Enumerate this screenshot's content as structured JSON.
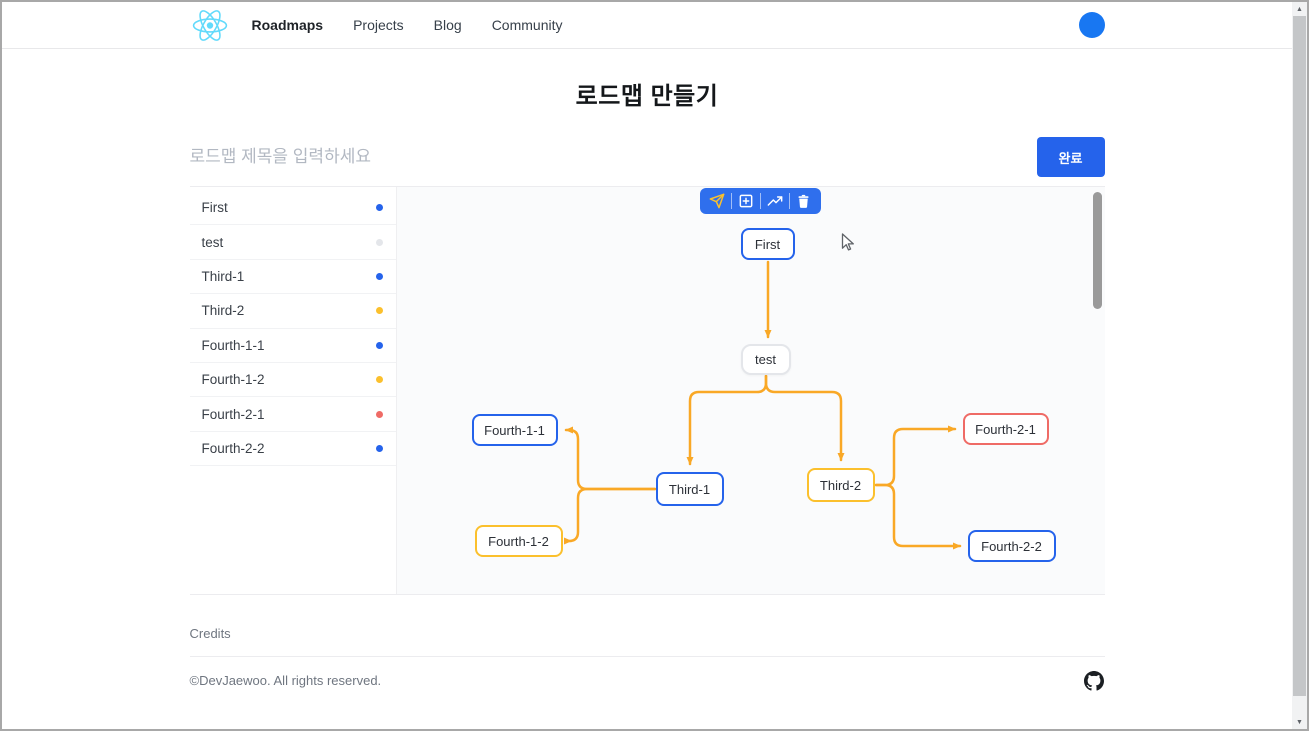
{
  "navbar": {
    "links": [
      {
        "label": "Roadmaps",
        "active": true
      },
      {
        "label": "Projects",
        "active": false
      },
      {
        "label": "Blog",
        "active": false
      },
      {
        "label": "Community",
        "active": false
      }
    ]
  },
  "page": {
    "title": "로드맵 만들기"
  },
  "form": {
    "title_placeholder": "로드맵 제목을 입력하세요",
    "submit_label": "완료"
  },
  "sidebar": {
    "items": [
      {
        "label": "First",
        "color": "blue"
      },
      {
        "label": "test",
        "color": "gray"
      },
      {
        "label": "Third-1",
        "color": "blue"
      },
      {
        "label": "Third-2",
        "color": "yellow"
      },
      {
        "label": "Fourth-1-1",
        "color": "blue"
      },
      {
        "label": "Fourth-1-2",
        "color": "yellow"
      },
      {
        "label": "Fourth-2-1",
        "color": "red"
      },
      {
        "label": "Fourth-2-2",
        "color": "blue"
      }
    ]
  },
  "canvas": {
    "toolbar": {
      "tools": [
        {
          "name": "select",
          "icon": "send-icon",
          "active": true
        },
        {
          "name": "add-node",
          "icon": "plus-square-icon",
          "active": false
        },
        {
          "name": "add-edge",
          "icon": "trending-up-icon",
          "active": false
        },
        {
          "name": "delete",
          "icon": "trash-icon",
          "active": false
        }
      ]
    },
    "nodes": [
      {
        "label": "First",
        "color": "blue"
      },
      {
        "label": "test",
        "color": "gray"
      },
      {
        "label": "Third-1",
        "color": "blue"
      },
      {
        "label": "Third-2",
        "color": "yellow"
      },
      {
        "label": "Fourth-1-1",
        "color": "blue"
      },
      {
        "label": "Fourth-1-2",
        "color": "yellow"
      },
      {
        "label": "Fourth-2-1",
        "color": "red"
      },
      {
        "label": "Fourth-2-2",
        "color": "blue"
      }
    ],
    "edges": [
      {
        "from": "First",
        "to": "test"
      },
      {
        "from": "test",
        "to": "Third-1"
      },
      {
        "from": "test",
        "to": "Third-2"
      },
      {
        "from": "Third-1",
        "to": "Fourth-1-1"
      },
      {
        "from": "Third-1",
        "to": "Fourth-1-2"
      },
      {
        "from": "Third-2",
        "to": "Fourth-2-1"
      },
      {
        "from": "Third-2",
        "to": "Fourth-2-2"
      }
    ]
  },
  "footer": {
    "credits": "Credits",
    "copyright": "©DevJaewoo. All rights reserved."
  },
  "colors": {
    "blue": "#2563eb",
    "yellow": "#fbc02d",
    "red": "#ef6b66",
    "gray": "#e4e6ea",
    "edge": "#f9a826",
    "edgeactive": "#fbc02d",
    "accent": "#2563eb",
    "toolbarbg": "#2f6fed",
    "avatar": "#1877f2",
    "react": "#61dafb"
  }
}
